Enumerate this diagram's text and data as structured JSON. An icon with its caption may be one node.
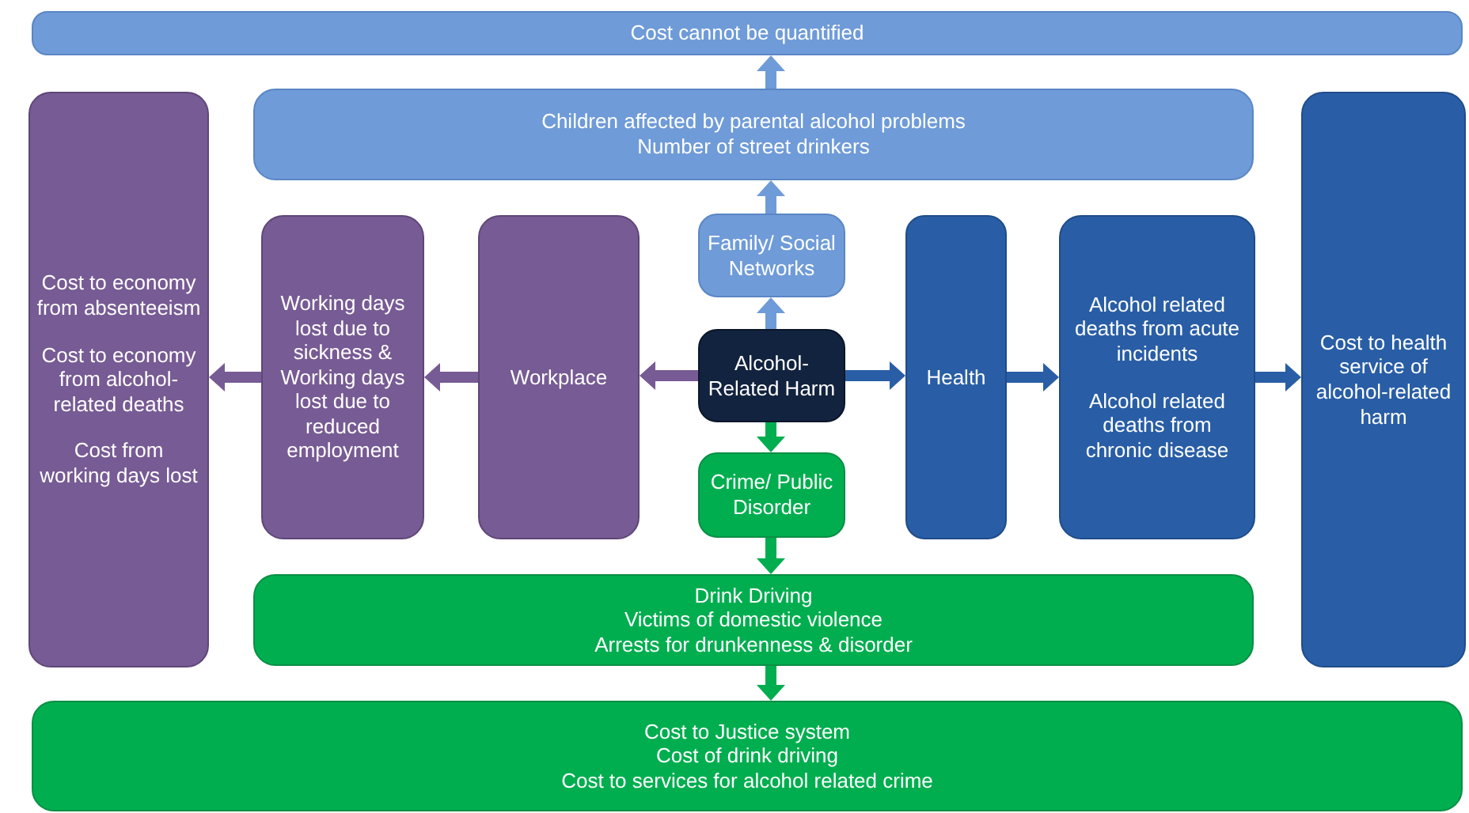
{
  "diagram": {
    "nodes": [
      {
        "text": [
          "Cost cannot be quantified"
        ]
      },
      {
        "text": [
          "Children affected by parental alcohol problems",
          "Number of street drinkers"
        ]
      },
      {
        "text": [
          "Cost to economy from absenteeism",
          "Cost to economy from alcohol-related deaths",
          "Cost from working days lost"
        ]
      },
      {
        "text": [
          "Working days lost due to sickness & Working days lost due to reduced employment"
        ]
      },
      {
        "text": [
          "Workplace"
        ]
      },
      {
        "text": [
          "Family/ Social Networks"
        ]
      },
      {
        "text": [
          "Alcohol-Related Harm"
        ]
      },
      {
        "text": [
          "Crime/ Public Disorder"
        ]
      },
      {
        "text": [
          "Health"
        ]
      },
      {
        "text": [
          "Alcohol related deaths from acute incidents",
          "Alcohol related deaths from chronic disease"
        ]
      },
      {
        "text": [
          "Cost to health service of alcohol-related harm"
        ]
      },
      {
        "text": [
          "Drink Driving",
          "Victims of domestic violence",
          "Arrests for drunkenness & disorder"
        ]
      },
      {
        "text": [
          "Cost to Justice system",
          "Cost of drink driving",
          "Cost to services for alcohol related crime"
        ]
      }
    ],
    "edges": [
      {
        "from": 1,
        "to": 0,
        "arrow": "to",
        "color": "#6f9bd8"
      },
      {
        "from": 5,
        "to": 1,
        "arrow": "to",
        "color": "#6f9bd8"
      },
      {
        "from": 6,
        "to": 5,
        "arrow": "to",
        "color": "#6f9bd8"
      },
      {
        "from": 6,
        "to": 4,
        "arrow": "to",
        "color": "#775b94"
      },
      {
        "from": 4,
        "to": 3,
        "arrow": "to",
        "color": "#775b94"
      },
      {
        "from": 3,
        "to": 2,
        "arrow": "to",
        "color": "#775b94"
      },
      {
        "from": 6,
        "to": 8,
        "arrow": "to",
        "color": "#295ea6"
      },
      {
        "from": 8,
        "to": 9,
        "arrow": "to",
        "color": "#295ea6"
      },
      {
        "from": 9,
        "to": 10,
        "arrow": "to",
        "color": "#295ea6"
      },
      {
        "from": 6,
        "to": 7,
        "arrow": "to",
        "color": "#00ae4f"
      },
      {
        "from": 7,
        "to": 11,
        "arrow": "to",
        "color": "#00ae4f"
      },
      {
        "from": 11,
        "to": 12,
        "arrow": "to",
        "color": "#00ae4f"
      }
    ]
  }
}
